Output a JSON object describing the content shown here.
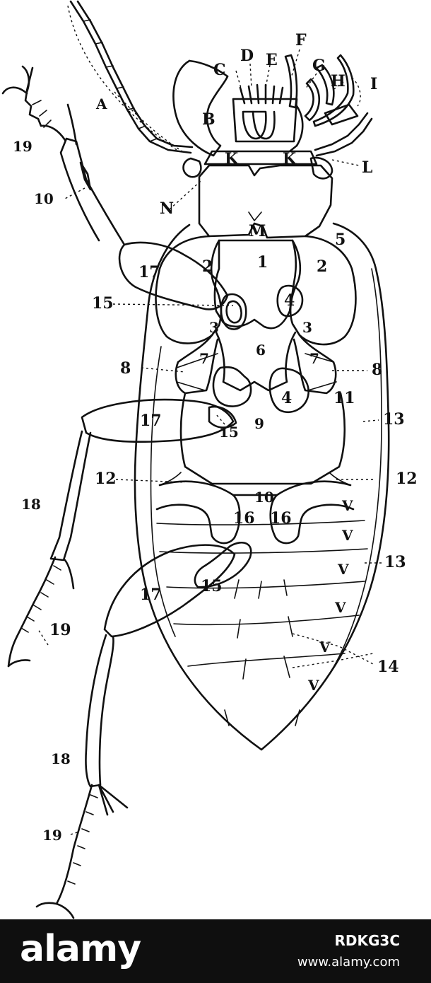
{
  "diagram": {
    "letter_labels": [
      "A",
      "B",
      "C",
      "D",
      "E",
      "F",
      "G",
      "H",
      "I",
      "K",
      "K",
      "L",
      "M",
      "N"
    ],
    "number_labels": [
      "1",
      "2",
      "2",
      "3",
      "3",
      "4",
      "4",
      "5",
      "6",
      "7",
      "7",
      "8",
      "8",
      "9",
      "10",
      "10",
      "11",
      "12",
      "12",
      "13",
      "13",
      "14",
      "15",
      "15",
      "15",
      "16",
      "16",
      "17",
      "17",
      "17",
      "18",
      "18",
      "19",
      "19",
      "19"
    ],
    "ventral_labels": [
      "V",
      "V",
      "V",
      "V",
      "V",
      "V"
    ]
  },
  "watermark": {
    "logo": "alamy",
    "image_code": "RDKG3C",
    "url": "www.alamy.com"
  }
}
